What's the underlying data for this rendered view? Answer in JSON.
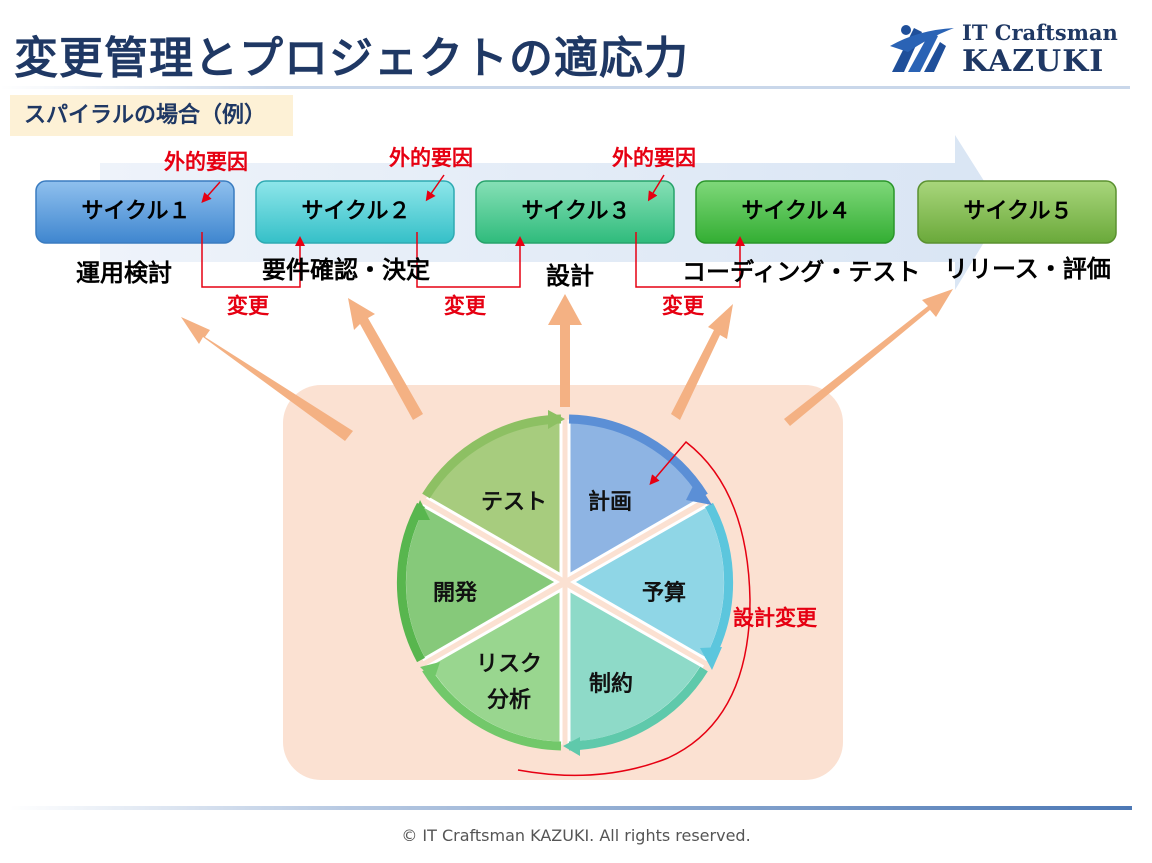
{
  "header": {
    "title": "変更管理とプロジェクトの適応力",
    "logo_line1": "IT Craftsman",
    "logo_line2": "KAZUKI",
    "subtitle": "スパイラルの場合（例）"
  },
  "cycles": [
    {
      "label": "サイクル１",
      "phase": "運用検討",
      "color": "#5b9bd5"
    },
    {
      "label": "サイクル２",
      "phase": "要件確認・決定",
      "color": "#4cc8cf"
    },
    {
      "label": "サイクル３",
      "phase": "設計",
      "color": "#3cc48a"
    },
    {
      "label": "サイクル４",
      "phase": "コーディング・テスト",
      "color": "#44b944"
    },
    {
      "label": "サイクル５",
      "phase": "リリース・評価",
      "color": "#7ab648"
    }
  ],
  "external_factor_labels": [
    "外的要因",
    "外的要因",
    "外的要因"
  ],
  "change_labels": [
    "変更",
    "変更",
    "変更"
  ],
  "wheel": {
    "segments": [
      "計画",
      "予算",
      "制約",
      "リスク\n分析",
      "開発",
      "テスト"
    ],
    "side_label": "設計変更"
  },
  "footer": {
    "copyright": "© IT Craftsman KAZUKI. All rights reserved."
  }
}
